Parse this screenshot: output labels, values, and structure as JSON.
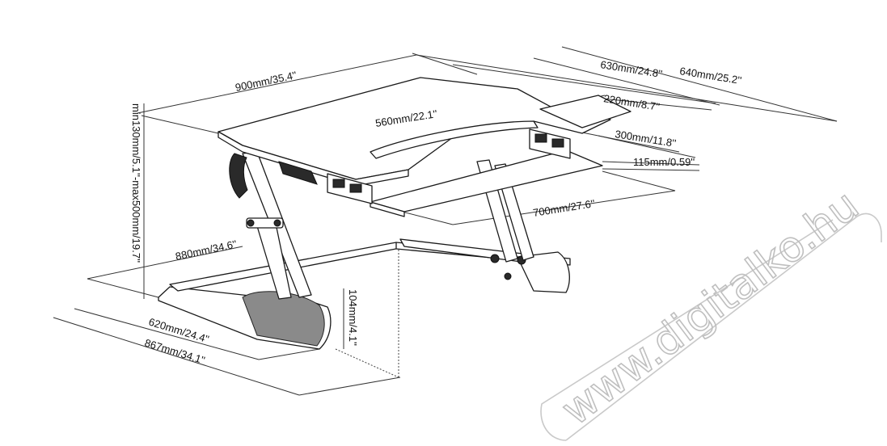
{
  "dimensions": {
    "width_total": "900mm/35.4''",
    "depth_total": "640mm/25.2''",
    "depth_top": "630mm/24.8''",
    "side_wing": "220mm/8.7''",
    "top_inner": "560mm/22.1''",
    "keyboard_depth": "300mm/11.8''",
    "keyboard_offset": "115mm/0.59''",
    "keyboard_width": "700mm/27.6''",
    "height_range": "min130mm/5.1''-max500mm/19.7''",
    "base_width": "880mm/34.6''",
    "base_height": "104mm/4.1''",
    "base_depth": "620mm/24.4''",
    "base_length": "867mm/34.1''"
  },
  "watermark": {
    "text": "www.digitalko.hu"
  }
}
